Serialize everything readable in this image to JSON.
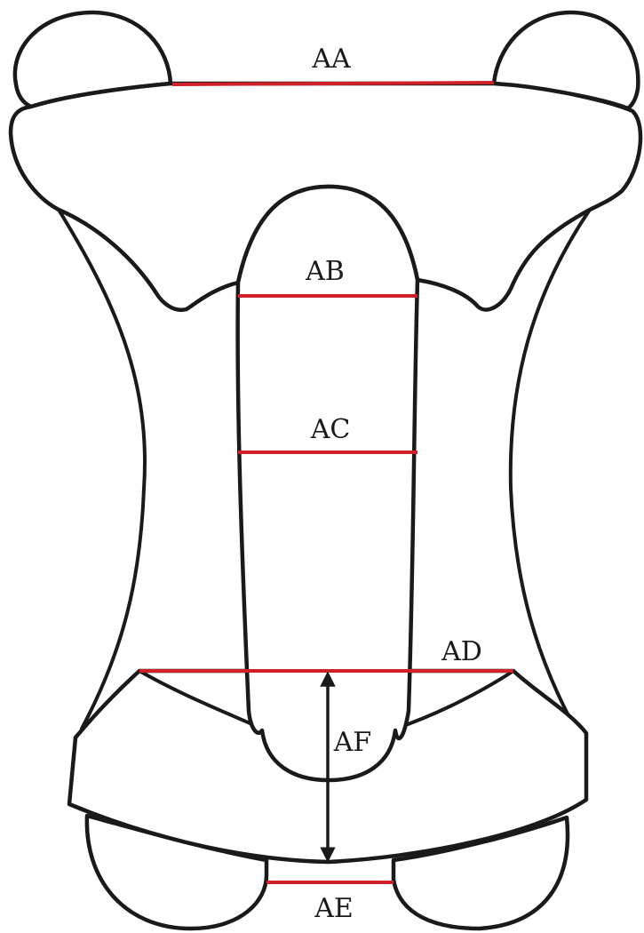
{
  "measurements": [
    {
      "key": "aa",
      "label": "AA"
    },
    {
      "key": "ab",
      "label": "AB"
    },
    {
      "key": "ac",
      "label": "AC"
    },
    {
      "key": "ad",
      "label": "AD"
    },
    {
      "key": "ae",
      "label": "AE"
    },
    {
      "key": "af",
      "label": "AF"
    }
  ],
  "colors": {
    "measurement_line": "#d0202a",
    "outline": "#1a1a1a",
    "arrow": "#1a1a1a",
    "background": "#ffffff"
  }
}
